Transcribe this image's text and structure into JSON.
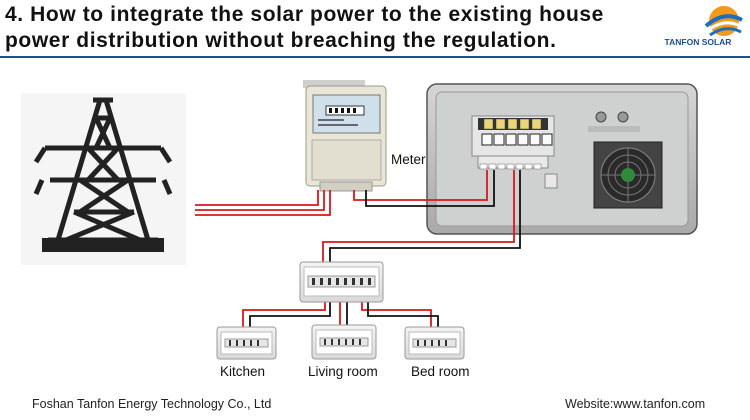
{
  "slide": {
    "title_line1": "4. How to integrate the solar power to the existing house",
    "title_line2": "power distribution without breaching the regulation."
  },
  "logo": {
    "brand": "TANFON SOLAR",
    "icon": "tanfon-sun-logo-icon"
  },
  "diagram": {
    "meter_label": "Meter",
    "rooms": [
      "Kitchen",
      "Living room",
      "Bed room"
    ],
    "icons": [
      "transmission-tower-icon",
      "electric-meter-icon",
      "inverter-icon",
      "distribution-box-icon"
    ],
    "wire_colors": {
      "live": "#d7181c",
      "neutral": "#111111"
    }
  },
  "footer": {
    "company": "Foshan Tanfon Energy Technology Co., Ltd",
    "website": "Website:www.tanfon.com"
  }
}
